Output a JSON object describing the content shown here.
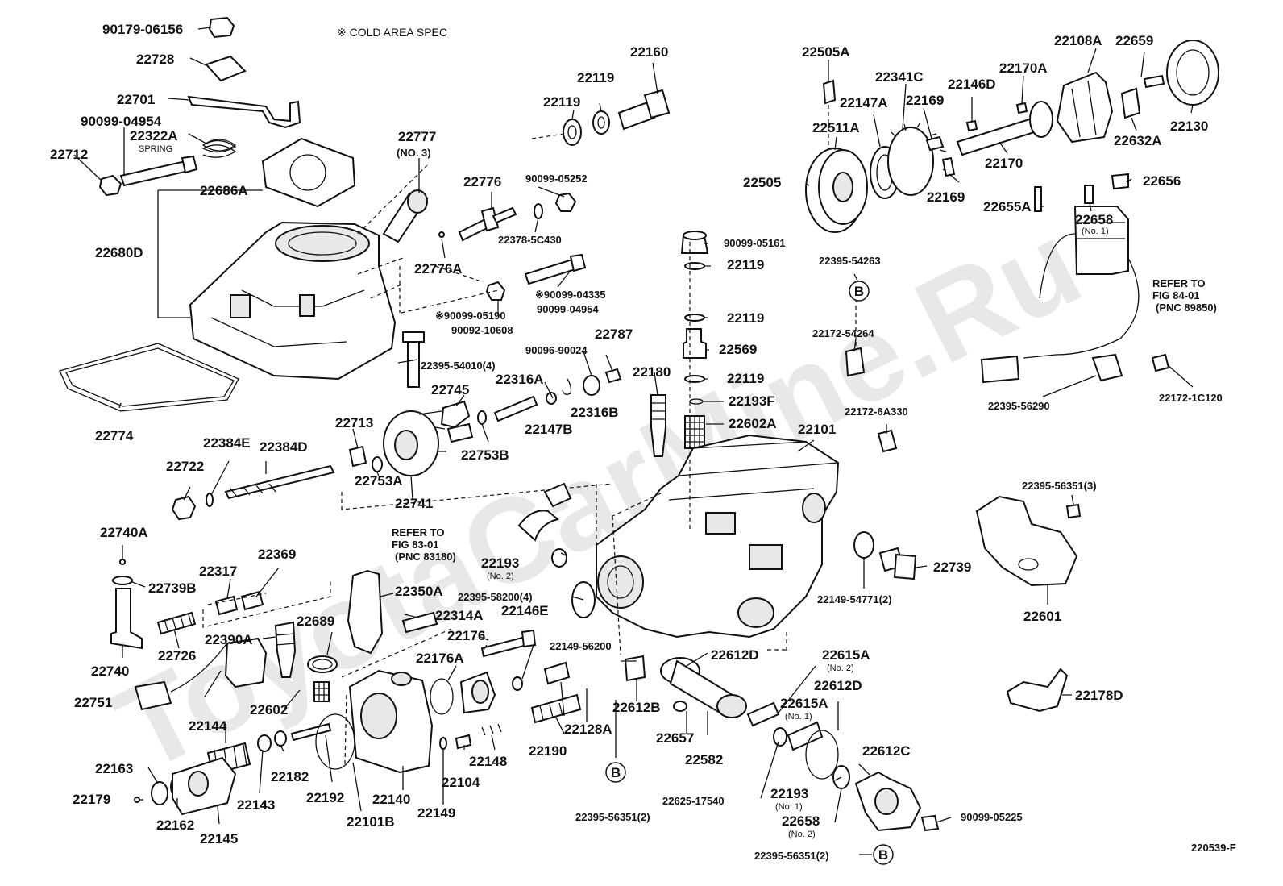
{
  "header": {
    "cold_area_note": "※  COLD AREA SPEC"
  },
  "watermark": "ToyotaCarMine.Ru",
  "figure_code": "220539-F",
  "ref_marker": "B",
  "refer_notes": {
    "fig_83": [
      "REFER TO",
      "FIG 83-01",
      "(PNC 83180)"
    ],
    "fig_84": [
      "REFER TO",
      "FIG 84-01",
      "(PNC 89850)"
    ]
  },
  "labels": {
    "p90179_06156": "90179-06156",
    "p22728": "22728",
    "p22701": "22701",
    "p90099_04954_a": "90099-04954",
    "p22322A": "22322A",
    "spring": "SPRING",
    "p22712": "22712",
    "p22686A": "22686A",
    "p22680D": "22680D",
    "p22774": "22774",
    "p22777": "22777",
    "no3": "(NO. 3)",
    "p22776": "22776",
    "p90099_05252": "90099-05252",
    "p22378_5C430": "22378-5C430",
    "p22776A": "22776A",
    "p90099_04335": "※90099-04335",
    "p90099_04954_b": "90099-04954",
    "p90099_05190": "※90099-05190",
    "p90092_10608": "90092-10608",
    "p22395_54010": "22395-54010(4)",
    "p90096_90024": "90096-90024",
    "p22787": "22787",
    "p22316A": "22316A",
    "p22745": "22745",
    "p22316B": "22316B",
    "p22147B": "22147B",
    "p22713": "22713",
    "p22753B": "22753B",
    "p22384E": "22384E",
    "p22384D": "22384D",
    "p22722": "22722",
    "p22753A": "22753A",
    "p22741": "22741",
    "p22119_a": "22119",
    "p22119_b": "22119",
    "p22160": "22160",
    "p22180": "22180",
    "p90099_05161": "90099-05161",
    "p22119_c": "22119",
    "p22119_d": "22119",
    "p22569": "22569",
    "p22119_e": "22119",
    "p22193F": "22193F",
    "p22602A": "22602A",
    "p22101": "22101",
    "p22505A": "22505A",
    "p22341C": "22341C",
    "p22147A": "22147A",
    "p22169_a": "22169",
    "p22511A": "22511A",
    "p22505": "22505",
    "p22169_b": "22169",
    "p22146D": "22146D",
    "p22170A": "22170A",
    "p22108A": "22108A",
    "p22659": "22659",
    "p22130": "22130",
    "p22632A": "22632A",
    "p22170": "22170",
    "p22656": "22656",
    "p22655A": "22655A",
    "p22658_1": "22658",
    "no1_a": "(No. 1)",
    "p22395_54263": "22395-54263",
    "p22172_54264": "22172-54264",
    "p22172_6A330": "22172-6A330",
    "p22395_56290": "22395-56290",
    "p22172_1C120": "22172-1C120",
    "p22395_56351_3": "22395-56351(3)",
    "p22601": "22601",
    "p22739": "22739",
    "p22149_54771": "22149-54771(2)",
    "p22178D": "22178D",
    "p22740A": "22740A",
    "p22739B": "22739B",
    "p22317": "22317",
    "p22369": "22369",
    "p22740": "22740",
    "p22726": "22726",
    "p22390A": "22390A",
    "p22689": "22689",
    "p22350A": "22350A",
    "p22193": "22193",
    "no2_a": "(No. 2)",
    "p22395_58200": "22395-58200(4)",
    "p22146E": "22146E",
    "p22314A": "22314A",
    "p22176": "22176",
    "p22751": "22751",
    "p22602": "22602",
    "p22176A": "22176A",
    "p22149_56200": "22149-56200",
    "p22612D_a": "22612D",
    "p22615A_a": "22615A",
    "no2_b": "(No. 2)",
    "p22612D_b": "22612D",
    "p22612B": "22612B",
    "p22657": "22657",
    "p22582": "22582",
    "p22615A_b": "22615A",
    "no1_b": "(No. 1)",
    "p22128A": "22128A",
    "p22190": "22190",
    "p22144": "22144",
    "p22163": "22163",
    "p22179": "22179",
    "p22162": "22162",
    "p22145": "22145",
    "p22143": "22143",
    "p22182": "22182",
    "p22192": "22192",
    "p22101B": "22101B",
    "p22140": "22140",
    "p22149": "22149",
    "p22104": "22104",
    "p22148": "22148",
    "p22395_56351_2a": "22395-56351(2)",
    "p22625_17540": "22625-17540",
    "p22193_1": "22193",
    "no1_c": "(No. 1)",
    "p22658_2": "22658",
    "no2_c": "(No. 2)",
    "p22612C": "22612C",
    "p90099_05225": "90099-05225",
    "p22395_56351_2b": "22395-56351(2)"
  }
}
